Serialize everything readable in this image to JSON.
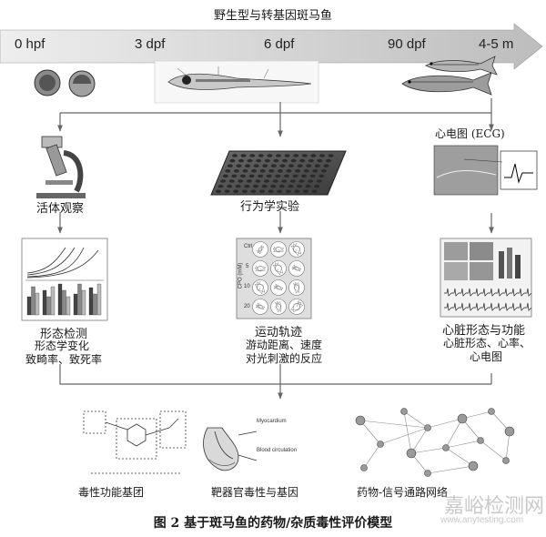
{
  "title": "野生型与转基因斑马鱼",
  "timeline": [
    "0 hpf",
    "3 dpf",
    "6 dpf",
    "90 dpf",
    "4-5 m"
  ],
  "ecg_heading": "心电图 (ECG)",
  "methods": {
    "live": "活体观察",
    "behavior": "行为学实验",
    "ecg": "心电图 (ECG)"
  },
  "results": {
    "morph": {
      "title": "形态检测",
      "lines": [
        "形态学变化",
        "致畸率、致死率"
      ]
    },
    "motion": {
      "title": "运动轨迹",
      "lines": [
        "游动距离、速度",
        "对光刺激的反应"
      ]
    },
    "heart": {
      "title": "心脏形态与功能",
      "lines": [
        "心脏形态、心率、",
        "心电图"
      ]
    }
  },
  "plate_labels": [
    "Ctrl",
    "5",
    "10",
    "20"
  ],
  "plate_axis": "CPO (mM)",
  "bottom": {
    "func": "毒性功能基团",
    "organ": "靶器官毒性与基因",
    "network": "药物-信号通路网络"
  },
  "organ_panel": {
    "myocardium": "Myocardium",
    "blood": "Blood circulation"
  },
  "caption": "图 2   基于斑马鱼的药物/杂质毒性评价模型",
  "watermark": {
    "cn": "嘉峪检测网",
    "url": "www.anytesting.com"
  }
}
